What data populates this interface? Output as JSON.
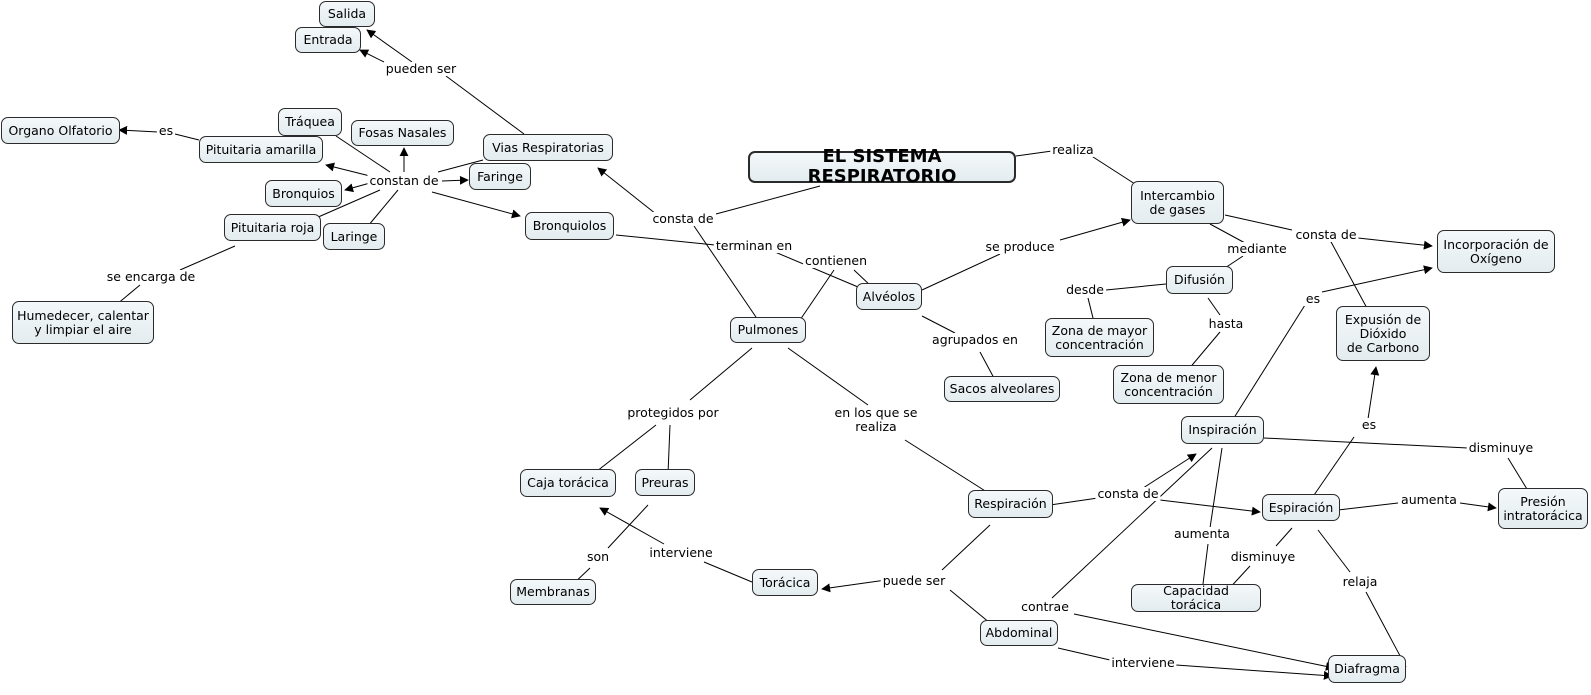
{
  "title": "EL SISTEMA RESPIRATORIO",
  "colors": {
    "node_fill_top": "#f4f8fa",
    "node_fill_bottom": "#e3ecef",
    "border": "#2b2b2b",
    "line": "#000000"
  },
  "nodes": {
    "salida": "Salida",
    "entrada": "Entrada",
    "organo_olfatorio": "Organo Olfatorio",
    "traquea": "Tráquea",
    "fosas_nasales": "Fosas Nasales",
    "pituitaria_amarilla": "Pituitaria amarilla",
    "vias_respiratorias": "Vias Respiratorias",
    "faringe": "Faringe",
    "bronquios": "Bronquios",
    "pituitaria_roja": "Pituitaria roja",
    "laringe": "Laringe",
    "bronquiolos": "Bronquiolos",
    "humedecer": "Humedecer, calentar\ny limpiar el aire",
    "sistema": "EL SISTEMA RESPIRATORIO",
    "intercambio": "Intercambio\nde gases",
    "incorporacion": "Incorporación de\nOxígeno",
    "difusion": "Difusión",
    "zona_mayor": "Zona de mayor\nconcentración",
    "zona_menor": "Zona de menor\nconcentración",
    "expulsion": "Expusión de\nDióxido\nde Carbono",
    "alveolos": "Alvéolos",
    "pulmones": "Pulmones",
    "sacos": "Sacos alveolares",
    "inspiracion": "Inspiración",
    "respiracion": "Respiración",
    "espiracion": "Espiración",
    "presion": "Presión\nintratorácica",
    "caja_toracica": "Caja torácica",
    "preuras": "Preuras",
    "membranas": "Membranas",
    "toracica": "Torácica",
    "capacidad": "Capacidad torácica",
    "abdominal": "Abdominal",
    "diafragma": "Diafragma"
  },
  "links": {
    "pueden_ser": "pueden ser",
    "es_olfatorio": "es",
    "constan_de": "constan de",
    "se_encarga_de": "se encarga de",
    "consta_de_sistema": "consta de",
    "realiza": "realiza",
    "terminan_en": "terminan en",
    "contienen": "contienen",
    "se_produce": "se produce",
    "mediante": "mediante",
    "consta_de_intercambio": "consta de",
    "desde": "desde",
    "hasta": "hasta",
    "es_incorporacion": "es",
    "agrupados_en": "agrupados en",
    "protegidos_por": "protegidos por",
    "en_los_que": "en los que se\nrealiza",
    "consta_de_respiracion": "consta de",
    "disminuye_presion": "disminuye",
    "es_expulsion": "es",
    "aumenta_presion": "aumenta",
    "son": "son",
    "interviene_toracica": "interviene",
    "puede_ser": "puede ser",
    "aumenta_capacidad": "aumenta",
    "disminuye_capacidad": "disminuye",
    "relaja": "relaja",
    "contrae": "contrae",
    "interviene_abdominal": "interviene"
  }
}
